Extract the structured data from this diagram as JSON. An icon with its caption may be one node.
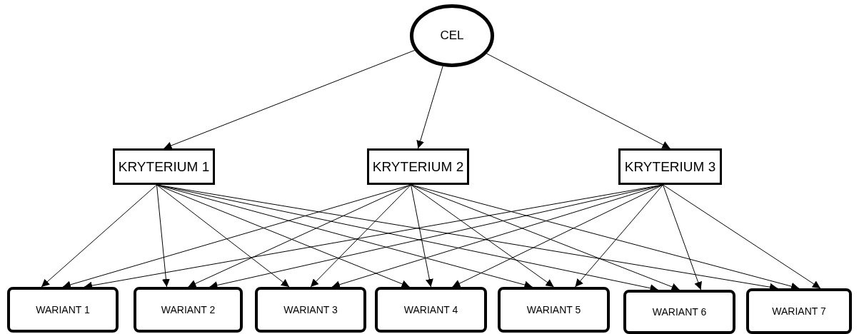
{
  "diagram": {
    "nodes": [
      {
        "text": [
          "CEL"
        ]
      },
      {
        "text": [
          "KRYTERIUM 1"
        ]
      },
      {
        "text": [
          "KRYTERIUM 2"
        ]
      },
      {
        "text": [
          "KRYTERIUM 3"
        ]
      },
      {
        "text": [
          "WARIANT 1"
        ]
      },
      {
        "text": [
          "WARIANT 2"
        ]
      },
      {
        "text": [
          "WARIANT 3"
        ]
      },
      {
        "text": [
          "WARIANT 4"
        ]
      },
      {
        "text": [
          "WARIANT 5"
        ]
      },
      {
        "text": [
          "WARIANT 6"
        ]
      },
      {
        "text": [
          "WARIANT 7"
        ]
      }
    ],
    "edges": [
      {
        "from": 0,
        "to": 1,
        "arrow": "to"
      },
      {
        "from": 0,
        "to": 2,
        "arrow": "to"
      },
      {
        "from": 0,
        "to": 3,
        "arrow": "to"
      },
      {
        "from": 1,
        "to": 4,
        "arrow": "to"
      },
      {
        "from": 1,
        "to": 5,
        "arrow": "to"
      },
      {
        "from": 1,
        "to": 6,
        "arrow": "to"
      },
      {
        "from": 1,
        "to": 7,
        "arrow": "to"
      },
      {
        "from": 1,
        "to": 8,
        "arrow": "to"
      },
      {
        "from": 1,
        "to": 9,
        "arrow": "to"
      },
      {
        "from": 1,
        "to": 10,
        "arrow": "to"
      },
      {
        "from": 2,
        "to": 4,
        "arrow": "to"
      },
      {
        "from": 2,
        "to": 5,
        "arrow": "to"
      },
      {
        "from": 2,
        "to": 6,
        "arrow": "to"
      },
      {
        "from": 2,
        "to": 7,
        "arrow": "to"
      },
      {
        "from": 2,
        "to": 8,
        "arrow": "to"
      },
      {
        "from": 2,
        "to": 9,
        "arrow": "to"
      },
      {
        "from": 2,
        "to": 10,
        "arrow": "to"
      },
      {
        "from": 3,
        "to": 4,
        "arrow": "to"
      },
      {
        "from": 3,
        "to": 5,
        "arrow": "to"
      },
      {
        "from": 3,
        "to": 6,
        "arrow": "to"
      },
      {
        "from": 3,
        "to": 7,
        "arrow": "to"
      },
      {
        "from": 3,
        "to": 8,
        "arrow": "to"
      },
      {
        "from": 3,
        "to": 9,
        "arrow": "to"
      },
      {
        "from": 3,
        "to": 10,
        "arrow": "to"
      }
    ]
  }
}
